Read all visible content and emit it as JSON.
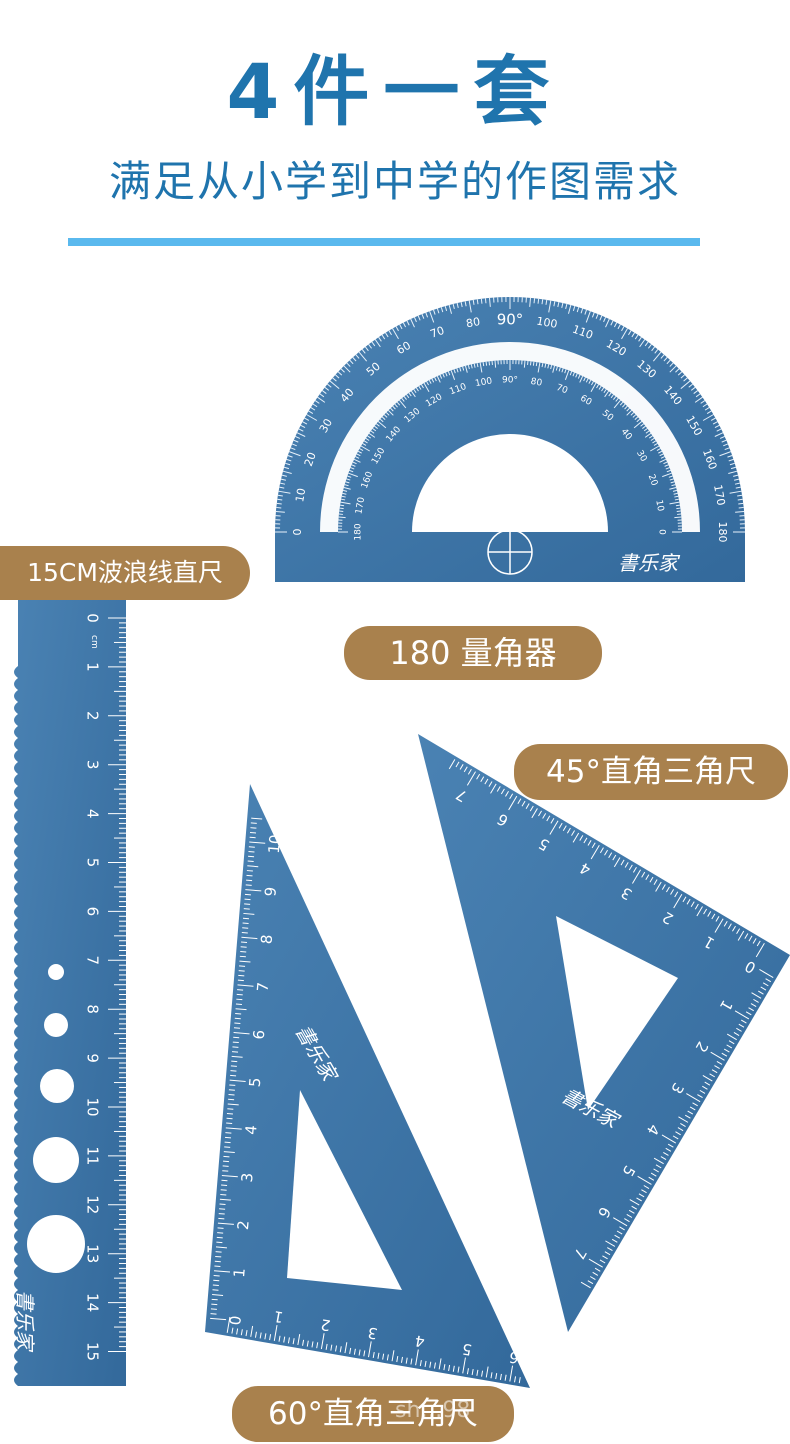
{
  "headline": "4件一套",
  "subheadline": "满足从小学到中学的作图需求",
  "labels": {
    "ruler": "15CM波浪线直尺",
    "protractor": "180 量角器",
    "set_square_45": "45°直角三角尺",
    "set_square_60": "60°直角三角尺"
  },
  "colors": {
    "title": "#1f74ad",
    "divider": "#5ab9ee",
    "label_bg": "#a9814d",
    "tool_blue": "#3e76a8"
  },
  "protractor": {
    "outer_scale": [
      "0",
      "10",
      "20",
      "30",
      "40",
      "50",
      "60",
      "70",
      "80",
      "90°",
      "100",
      "110",
      "120",
      "130",
      "140",
      "150",
      "160",
      "170",
      "180"
    ],
    "inner_scale": [
      "180",
      "170",
      "160",
      "150",
      "140",
      "130",
      "120",
      "110",
      "100",
      "90°",
      "80",
      "70",
      "60",
      "50",
      "40",
      "30",
      "20",
      "10",
      "0"
    ]
  },
  "ruler": {
    "unit": "cm",
    "numbers": [
      "0",
      "1",
      "2",
      "3",
      "4",
      "5",
      "6",
      "7",
      "8",
      "9",
      "10",
      "11",
      "12",
      "13",
      "14",
      "15"
    ]
  },
  "set_square_60": {
    "vertical_numbers": [
      "0",
      "1",
      "2",
      "3",
      "4",
      "5",
      "6",
      "7",
      "8",
      "9",
      "10"
    ],
    "horizontal_numbers": [
      "1",
      "2",
      "3",
      "4",
      "5",
      "6"
    ]
  },
  "set_square_45": {
    "top_numbers": [
      "7",
      "6",
      "5",
      "4",
      "3",
      "2",
      "1",
      "0"
    ],
    "side_numbers": [
      "1",
      "2",
      "3",
      "4",
      "5",
      "6",
      "7"
    ]
  },
  "brand_mark": "書乐家",
  "watermark": "sh…98"
}
